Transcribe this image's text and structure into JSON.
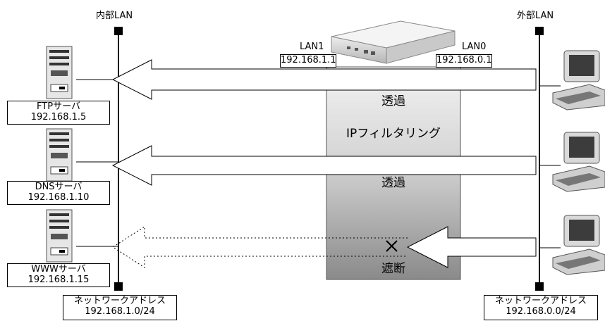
{
  "lan_labels": {
    "internal": "内部LAN",
    "external": "外部LAN"
  },
  "router": {
    "lan1": "LAN1",
    "lan1_ip": "192.168.1.1",
    "lan0": "LAN0",
    "lan0_ip": "192.168.0.1"
  },
  "servers": [
    {
      "name": "FTPサーバ",
      "ip": "192.168.1.5"
    },
    {
      "name": "DNSサーバ",
      "ip": "192.168.1.10"
    },
    {
      "name": "WWWサーバ",
      "ip": "192.168.1.15"
    }
  ],
  "filter": {
    "pass1": "透過",
    "title": "IPフィルタリング",
    "pass2": "透過",
    "block": "遮断"
  },
  "networks": {
    "internal": {
      "label": "ネットワークアドレス",
      "address": "192.168.1.0/24"
    },
    "external": {
      "label": "ネットワークアドレス",
      "address": "192.168.0.0/24"
    }
  }
}
